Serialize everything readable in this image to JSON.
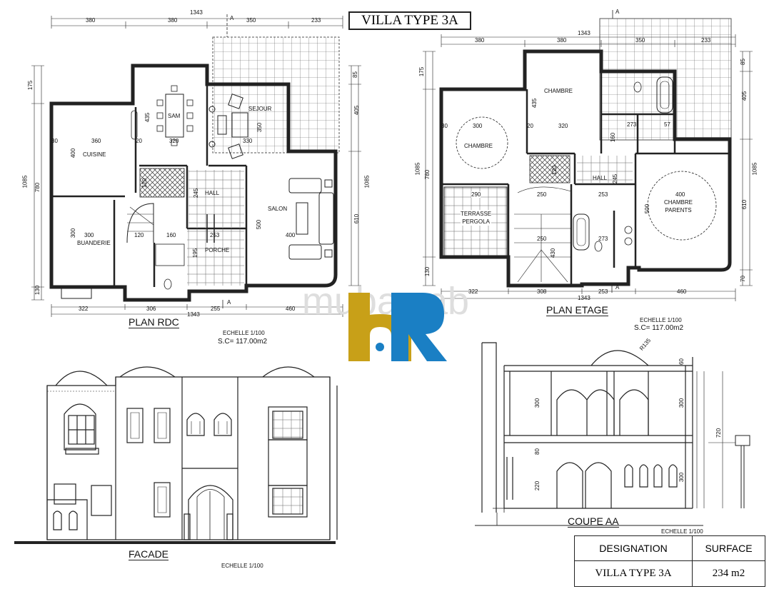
{
  "title": "VILLA TYPE 3A",
  "plan_rdc": {
    "label": "PLAN RDC",
    "scale": "ECHELLE  1/100",
    "surface": "S.C= 117.00m2",
    "rooms": {
      "cuisine": "CUISINE",
      "sam": "SAM",
      "sejour": "SEJOUR",
      "hall": "HALL",
      "salon": "SALON",
      "buanderie": "BUANDERIE",
      "porche": "PORCHE"
    },
    "dims": {
      "total_top": "1343",
      "top_1": "380",
      "top_2": "380",
      "top_3": "350",
      "top_4": "233",
      "total_bottom": "1343",
      "bottom_1": "322",
      "bottom_2": "306",
      "bottom_3": "255",
      "bottom_4": "460",
      "left_total": "1085",
      "left_1": "175",
      "left_2": "780",
      "left_3": "130",
      "right_total": "1085",
      "right_1": "85",
      "right_2": "405",
      "right_3": "610",
      "cuisine_w": "360",
      "cuisine_h": "400",
      "sam_w": "320",
      "sam_h": "435",
      "sejour_w": "330",
      "sejour_h": "350",
      "hall_h": "245",
      "hall_w": "253",
      "salon_w": "400",
      "salon_h": "500",
      "buanderie_w": "300",
      "buanderie_h": "300",
      "d120a": "120",
      "d120b": "120",
      "d160": "160",
      "d195": "195",
      "d20": "20",
      "d30": "30"
    },
    "section_mark": "A"
  },
  "plan_etage": {
    "label": "PLAN ETAGE",
    "scale": "ECHELLE  1/100",
    "surface": "S.C= 117.00m2",
    "rooms": {
      "chambre_1": "CHAMBRE",
      "chambre_2": "CHAMBRE",
      "hall": "HALL",
      "chambre_parents": "CHAMBRE\nPARENTS",
      "terrasse": "TERRASSE\nPERGOLA"
    },
    "dims": {
      "total_top": "1343",
      "top_1": "380",
      "top_2": "380",
      "top_3": "350",
      "top_4": "233",
      "total_bottom": "1343",
      "bottom_1": "322",
      "bottom_2": "308",
      "bottom_3": "253",
      "bottom_4": "460",
      "left_total": "1085",
      "left_1": "175",
      "left_2": "780",
      "left_3": "130",
      "right_total": "1085",
      "right_1": "85",
      "right_2": "405",
      "right_3": "610",
      "right_4": "70",
      "ch1_w": "300",
      "ch2_w": "320",
      "ch2_h": "435",
      "hall_w": "253",
      "hall_h": "245",
      "parents_w": "400",
      "parents_h": "500",
      "terr_w": "290",
      "terr_h": "250",
      "d273a": "273",
      "d273b": "273",
      "d57": "57",
      "d160": "160",
      "d120": "120",
      "d250": "250",
      "d430": "430",
      "d20": "20",
      "d30": "30"
    },
    "section_mark": "A"
  },
  "facade": {
    "label": "FACADE",
    "scale": "ECHELLE  1/100"
  },
  "coupe": {
    "label": "COUPE AA",
    "scale": "ECHELLE  1/100",
    "dims": {
      "h300a": "300",
      "h300b": "300",
      "h300c": "300",
      "h220": "220",
      "h80": "80",
      "h60": "60",
      "h720": "720",
      "r135": "R135"
    }
  },
  "watermark": "mubawab",
  "surface_table": {
    "col1_header": "DESIGNATION",
    "col2_header": "SURFACE",
    "row1_designation": "VILLA TYPE 3A",
    "row1_surface": "234 m2"
  },
  "colors": {
    "ink": "#222222",
    "logo_gold": "#c8a018",
    "logo_blue": "#1a7fc4",
    "watermark": "#dcdcdc"
  }
}
